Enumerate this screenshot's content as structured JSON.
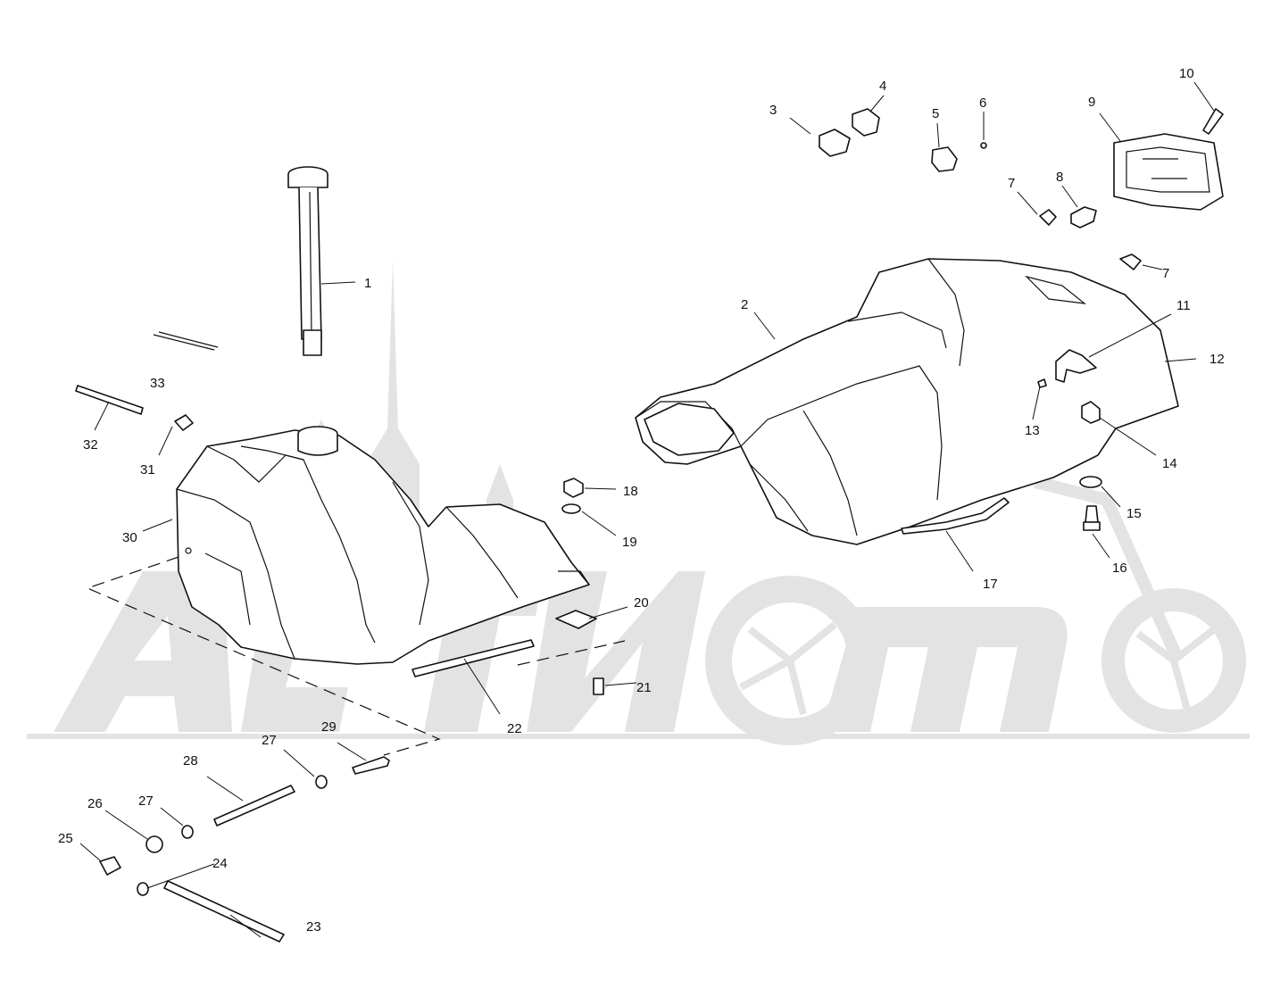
{
  "diagram": {
    "colors": {
      "ink": "#111111",
      "watermark": "#e3e3e3",
      "background": "#ffffff"
    },
    "watermark_text": "Activemoto",
    "callouts": [
      {
        "id": "c1",
        "label": "1"
      },
      {
        "id": "c2",
        "label": "2"
      },
      {
        "id": "c3",
        "label": "3"
      },
      {
        "id": "c4",
        "label": "4"
      },
      {
        "id": "c5",
        "label": "5"
      },
      {
        "id": "c6",
        "label": "6"
      },
      {
        "id": "c7a",
        "label": "7"
      },
      {
        "id": "c7b",
        "label": "7"
      },
      {
        "id": "c8",
        "label": "8"
      },
      {
        "id": "c9",
        "label": "9"
      },
      {
        "id": "c10",
        "label": "10"
      },
      {
        "id": "c11",
        "label": "11"
      },
      {
        "id": "c12",
        "label": "12"
      },
      {
        "id": "c13",
        "label": "13"
      },
      {
        "id": "c14",
        "label": "14"
      },
      {
        "id": "c15",
        "label": "15"
      },
      {
        "id": "c16",
        "label": "16"
      },
      {
        "id": "c17",
        "label": "17"
      },
      {
        "id": "c18",
        "label": "18"
      },
      {
        "id": "c19",
        "label": "19"
      },
      {
        "id": "c20",
        "label": "20"
      },
      {
        "id": "c21",
        "label": "21"
      },
      {
        "id": "c22",
        "label": "22"
      },
      {
        "id": "c23",
        "label": "23"
      },
      {
        "id": "c24",
        "label": "24"
      },
      {
        "id": "c25",
        "label": "25"
      },
      {
        "id": "c26",
        "label": "26"
      },
      {
        "id": "c27a",
        "label": "27"
      },
      {
        "id": "c27b",
        "label": "27"
      },
      {
        "id": "c28",
        "label": "28"
      },
      {
        "id": "c29",
        "label": "29"
      },
      {
        "id": "c30",
        "label": "30"
      },
      {
        "id": "c31",
        "label": "31"
      },
      {
        "id": "c32",
        "label": "32"
      },
      {
        "id": "c33",
        "label": "33"
      }
    ]
  }
}
